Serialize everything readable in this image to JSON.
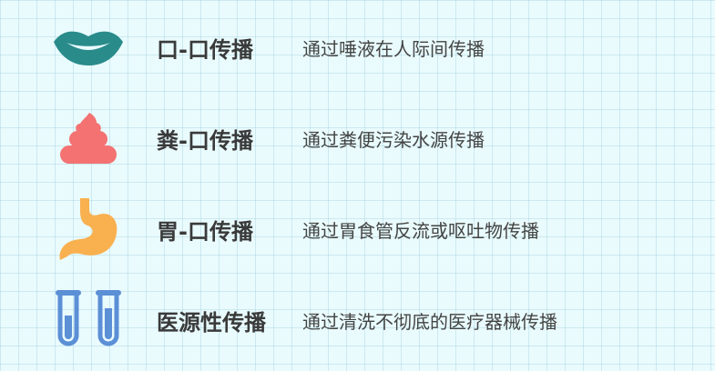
{
  "rows": [
    {
      "icon": "lips-icon",
      "title": "口-口传播",
      "desc": "通过唾液在人际间传播",
      "color": "#2a8b8b"
    },
    {
      "icon": "poop-icon",
      "title": "粪-口传播",
      "desc": "通过粪便污染水源传播",
      "color": "#f47272"
    },
    {
      "icon": "stomach-icon",
      "title": "胃-口传播",
      "desc": "通过胃食管反流或呕吐物传播",
      "color": "#f9b04f"
    },
    {
      "icon": "test-tubes-icon",
      "title": "医源性传播",
      "desc": "通过清洗不彻底的医疗器械传播",
      "color": "#5b8fd6"
    }
  ]
}
